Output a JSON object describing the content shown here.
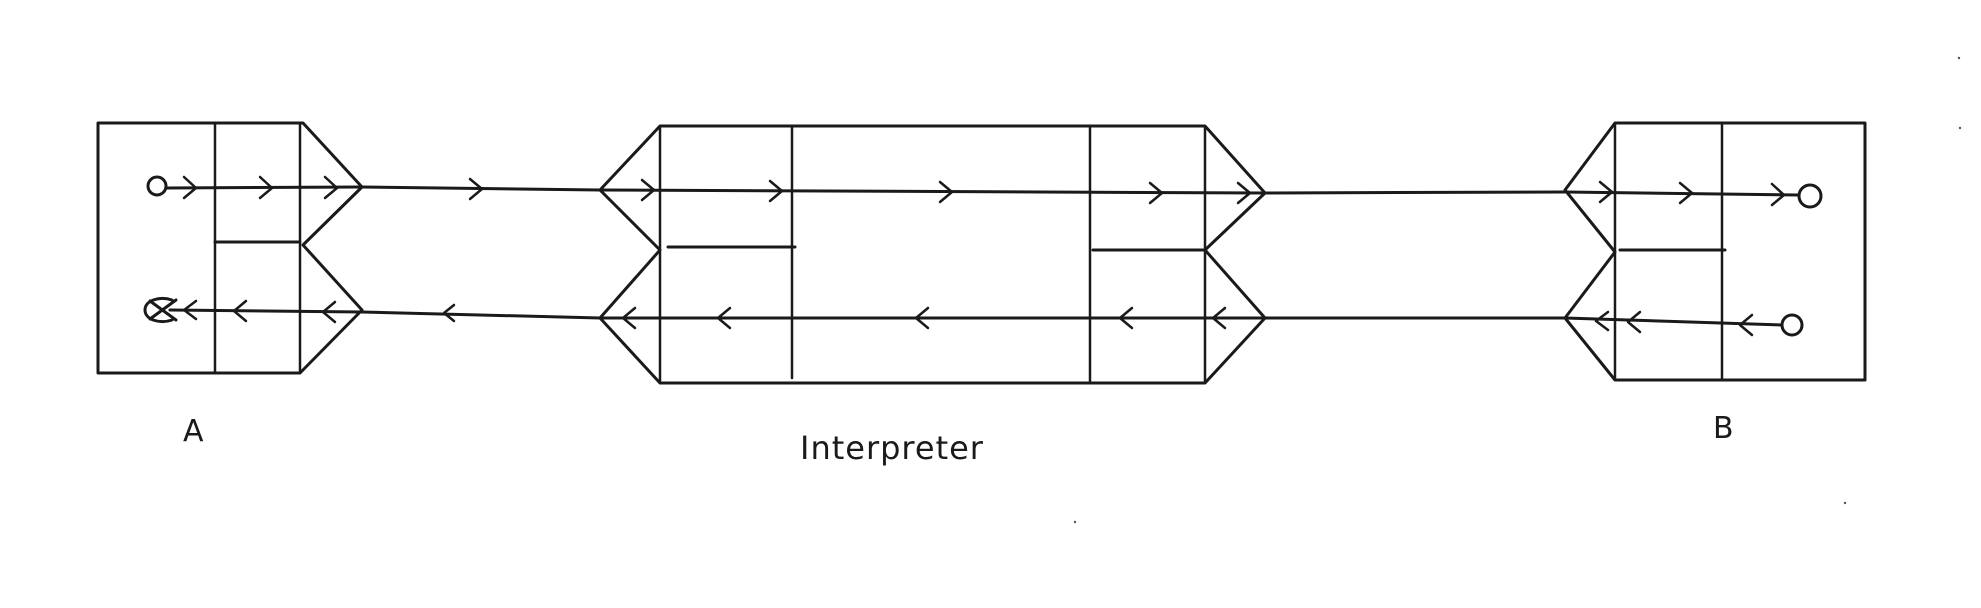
{
  "labels": {
    "a": "A",
    "interpreter": "Interpreter",
    "b": "B"
  },
  "colors": {
    "ink": "#1a1a1a",
    "background": "#ffffff"
  }
}
